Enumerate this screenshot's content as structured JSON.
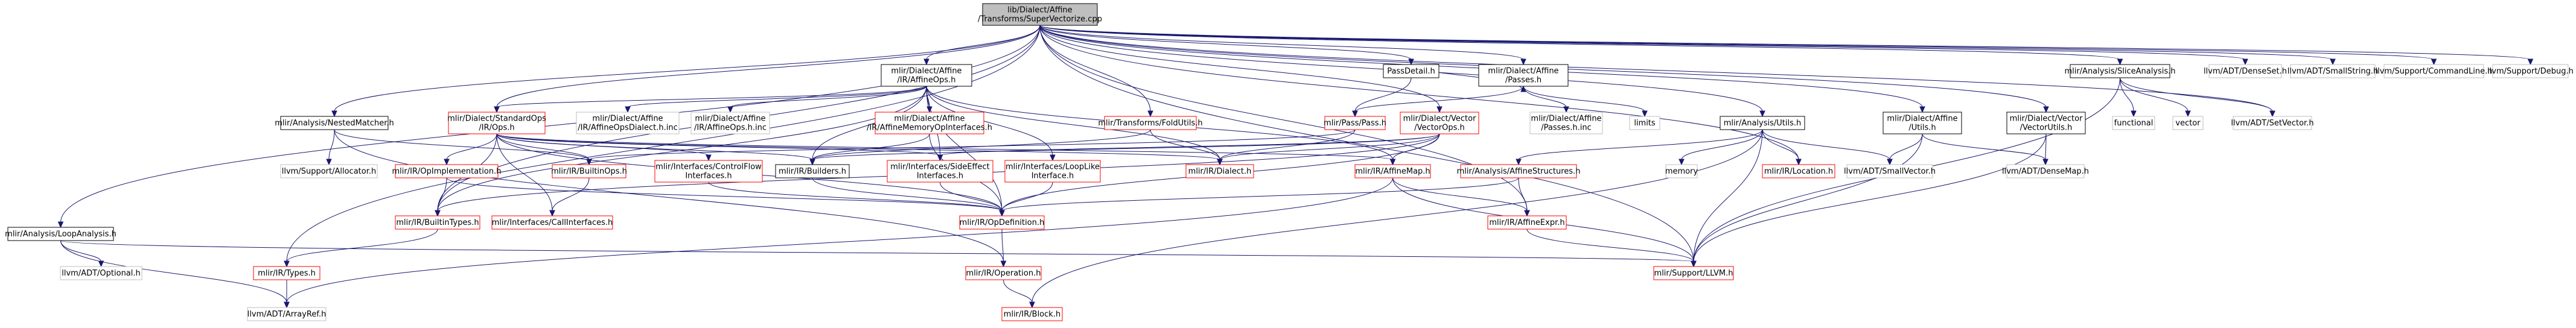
{
  "graph": {
    "colors": {
      "edge": "#191970",
      "root_fill": "#bfbfbf",
      "default_border": "#000000",
      "missing_border": "#bfbfbf",
      "red_border": "#ff0000",
      "fill": "#ffffff"
    },
    "nodes": [
      {
        "id": "root",
        "lines": [
          "lib/Dialect/Affine",
          "/Transforms/SuperVectorize.cpp"
        ],
        "style": "root"
      },
      {
        "id": "affineops",
        "lines": [
          "mlir/Dialect/Affine",
          "/IR/AffineOps.h"
        ],
        "style": "black"
      },
      {
        "id": "passdetail",
        "lines": [
          "PassDetail.h"
        ],
        "style": "black"
      },
      {
        "id": "affinepasses",
        "lines": [
          "mlir/Dialect/Affine",
          "/Passes.h"
        ],
        "style": "black"
      },
      {
        "id": "nestedmatcher",
        "lines": [
          "mlir/Analysis/NestedMatcher.h"
        ],
        "style": "black"
      },
      {
        "id": "standardops",
        "lines": [
          "mlir/Dialect/StandardOps",
          "/IR/Ops.h"
        ],
        "style": "red"
      },
      {
        "id": "affineopsdialectinc",
        "lines": [
          "mlir/Dialect/Affine",
          "/IR/AffineOpsDialect.h.inc"
        ],
        "style": "missing"
      },
      {
        "id": "affineopsinc",
        "lines": [
          "mlir/Dialect/Affine",
          "/IR/AffineOps.h.inc"
        ],
        "style": "missing"
      },
      {
        "id": "affinememoryop",
        "lines": [
          "mlir/Dialect/Affine",
          "/IR/AffineMemoryOpInterfaces.h"
        ],
        "style": "red"
      },
      {
        "id": "foldutils",
        "lines": [
          "mlir/Transforms/FoldUtils.h"
        ],
        "style": "red"
      },
      {
        "id": "passpass",
        "lines": [
          "mlir/Pass/Pass.h"
        ],
        "style": "red"
      },
      {
        "id": "vectorops",
        "lines": [
          "mlir/Dialect/Vector",
          "/VectorOps.h"
        ],
        "style": "red"
      },
      {
        "id": "passesinc",
        "lines": [
          "mlir/Dialect/Affine",
          "/Passes.h.inc"
        ],
        "style": "missing"
      },
      {
        "id": "limits",
        "lines": [
          "limits"
        ],
        "style": "missing"
      },
      {
        "id": "analysisutils",
        "lines": [
          "mlir/Analysis/Utils.h"
        ],
        "style": "black"
      },
      {
        "id": "affineutils",
        "lines": [
          "mlir/Dialect/Affine",
          "/Utils.h"
        ],
        "style": "black"
      },
      {
        "id": "vectorutils",
        "lines": [
          "mlir/Dialect/Vector",
          "/VectorUtils.h"
        ],
        "style": "black"
      },
      {
        "id": "sliceanalysis",
        "lines": [
          "mlir/Analysis/SliceAnalysis.h"
        ],
        "style": "black"
      },
      {
        "id": "functional",
        "lines": [
          "functional"
        ],
        "style": "missing"
      },
      {
        "id": "vector",
        "lines": [
          "vector"
        ],
        "style": "missing"
      },
      {
        "id": "denseset",
        "lines": [
          "llvm/ADT/DenseSet.h"
        ],
        "style": "missing"
      },
      {
        "id": "smallstring",
        "lines": [
          "llvm/ADT/SmallString.h"
        ],
        "style": "missing"
      },
      {
        "id": "commandline",
        "lines": [
          "llvm/Support/CommandLine.h"
        ],
        "style": "missing"
      },
      {
        "id": "debug",
        "lines": [
          "llvm/Support/Debug.h"
        ],
        "style": "missing"
      },
      {
        "id": "setvector",
        "lines": [
          "llvm/ADT/SetVector.h"
        ],
        "style": "missing"
      },
      {
        "id": "allocator",
        "lines": [
          "llvm/Support/Allocator.h"
        ],
        "style": "missing"
      },
      {
        "id": "opimplementation",
        "lines": [
          "mlir/IR/OpImplementation.h"
        ],
        "style": "red"
      },
      {
        "id": "builtinops",
        "lines": [
          "mlir/IR/BuiltinOps.h"
        ],
        "style": "red"
      },
      {
        "id": "controlflow",
        "lines": [
          "mlir/Interfaces/ControlFlow",
          "Interfaces.h"
        ],
        "style": "red"
      },
      {
        "id": "builders",
        "lines": [
          "mlir/IR/Builders.h"
        ],
        "style": "black"
      },
      {
        "id": "sideeffect",
        "lines": [
          "mlir/Interfaces/SideEffect",
          "Interfaces.h"
        ],
        "style": "red"
      },
      {
        "id": "looplike",
        "lines": [
          "mlir/Interfaces/LoopLike",
          "Interface.h"
        ],
        "style": "red"
      },
      {
        "id": "dialect",
        "lines": [
          "mlir/IR/Dialect.h"
        ],
        "style": "red"
      },
      {
        "id": "affinemap",
        "lines": [
          "mlir/IR/AffineMap.h"
        ],
        "style": "red"
      },
      {
        "id": "affinestructures",
        "lines": [
          "mlir/Analysis/AffineStructures.h"
        ],
        "style": "red"
      },
      {
        "id": "memory",
        "lines": [
          "memory"
        ],
        "style": "missing"
      },
      {
        "id": "location",
        "lines": [
          "mlir/IR/Location.h"
        ],
        "style": "red"
      },
      {
        "id": "smallvector",
        "lines": [
          "llvm/ADT/SmallVector.h"
        ],
        "style": "missing"
      },
      {
        "id": "densemap",
        "lines": [
          "llvm/ADT/DenseMap.h"
        ],
        "style": "missing"
      },
      {
        "id": "builtintypes",
        "lines": [
          "mlir/IR/BuiltinTypes.h"
        ],
        "style": "red"
      },
      {
        "id": "callinterfaces",
        "lines": [
          "mlir/Interfaces/CallInterfaces.h"
        ],
        "style": "red"
      },
      {
        "id": "opdefinition",
        "lines": [
          "mlir/IR/OpDefinition.h"
        ],
        "style": "red"
      },
      {
        "id": "affineexpr",
        "lines": [
          "mlir/IR/AffineExpr.h"
        ],
        "style": "red"
      },
      {
        "id": "looganalysis",
        "lines": [
          "mlir/Analysis/LoopAnalysis.h"
        ],
        "style": "black"
      },
      {
        "id": "optional",
        "lines": [
          "llvm/ADT/Optional.h"
        ],
        "style": "missing"
      },
      {
        "id": "types",
        "lines": [
          "mlir/IR/Types.h"
        ],
        "style": "red"
      },
      {
        "id": "operation",
        "lines": [
          "mlir/IR/Operation.h"
        ],
        "style": "red"
      },
      {
        "id": "supportllvm",
        "lines": [
          "mlir/Support/LLVM.h"
        ],
        "style": "red"
      },
      {
        "id": "arrayref",
        "lines": [
          "llvm/ADT/ArrayRef.h"
        ],
        "style": "missing"
      },
      {
        "id": "block",
        "lines": [
          "mlir/IR/Block.h"
        ],
        "style": "red"
      }
    ],
    "edges": [
      [
        "root",
        "affineops"
      ],
      [
        "root",
        "passdetail"
      ],
      [
        "root",
        "affinepasses"
      ],
      [
        "root",
        "nestedmatcher"
      ],
      [
        "root",
        "standardops"
      ],
      [
        "root",
        "foldutils"
      ],
      [
        "root",
        "vectorops"
      ],
      [
        "root",
        "analysisutils"
      ],
      [
        "root",
        "affineutils"
      ],
      [
        "root",
        "vectorutils"
      ],
      [
        "root",
        "sliceanalysis"
      ],
      [
        "root",
        "denseset"
      ],
      [
        "root",
        "smallstring"
      ],
      [
        "root",
        "commandline"
      ],
      [
        "root",
        "debug"
      ],
      [
        "root",
        "setvector"
      ],
      [
        "root",
        "looganalysis"
      ],
      [
        "root",
        "location"
      ],
      [
        "root",
        "supportllvm"
      ],
      [
        "root",
        "affineexpr"
      ],
      [
        "root",
        "builtintypes"
      ],
      [
        "root",
        "types"
      ],
      [
        "affineops",
        "affineopsdialectinc"
      ],
      [
        "affineops",
        "affineopsinc"
      ],
      [
        "affineops",
        "affinememoryop"
      ],
      [
        "affineops",
        "standardops"
      ],
      [
        "affineops",
        "builders"
      ],
      [
        "affineops",
        "sideeffect"
      ],
      [
        "affineops",
        "looplike"
      ],
      [
        "affineops",
        "dialect"
      ],
      [
        "affineops",
        "affinemap"
      ],
      [
        "affineops",
        "opdefinition"
      ],
      [
        "affineops",
        "builtintypes"
      ],
      [
        "passdetail",
        "passpass"
      ],
      [
        "passdetail",
        "affinepasses"
      ],
      [
        "affinepasses",
        "passesinc"
      ],
      [
        "affinepasses",
        "limits"
      ],
      [
        "affinepasses",
        "passpass"
      ],
      [
        "nestedmatcher",
        "allocator"
      ],
      [
        "nestedmatcher",
        "builtinops"
      ],
      [
        "nestedmatcher",
        "operation"
      ],
      [
        "standardops",
        "opimplementation"
      ],
      [
        "standardops",
        "builtinops"
      ],
      [
        "standardops",
        "controlflow"
      ],
      [
        "standardops",
        "builders"
      ],
      [
        "standardops",
        "sideeffect"
      ],
      [
        "standardops",
        "dialect"
      ],
      [
        "standardops",
        "builtintypes"
      ],
      [
        "standardops",
        "callinterfaces"
      ],
      [
        "standardops",
        "opdefinition"
      ],
      [
        "standardops",
        "affinemap"
      ],
      [
        "affinememoryop",
        "builders"
      ],
      [
        "affinememoryop",
        "opdefinition"
      ],
      [
        "foldutils",
        "dialect"
      ],
      [
        "foldutils",
        "builders"
      ],
      [
        "passpass",
        "dialect"
      ],
      [
        "passpass",
        "builtinops"
      ],
      [
        "vectorops",
        "builtintypes"
      ],
      [
        "vectorops",
        "builders"
      ],
      [
        "vectorops",
        "sideeffect"
      ],
      [
        "vectorops",
        "dialect"
      ],
      [
        "vectorops",
        "affinemap"
      ],
      [
        "vectorops",
        "opdefinition"
      ],
      [
        "analysisutils",
        "affinestructures"
      ],
      [
        "analysisutils",
        "memory"
      ],
      [
        "analysisutils",
        "location"
      ],
      [
        "analysisutils",
        "smallvector"
      ],
      [
        "analysisutils",
        "block"
      ],
      [
        "analysisutils",
        "supportllvm"
      ],
      [
        "affineutils",
        "smallvector"
      ],
      [
        "affineutils",
        "densemap"
      ],
      [
        "affineutils",
        "supportllvm"
      ],
      [
        "vectorutils",
        "densemap"
      ],
      [
        "vectorutils",
        "supportllvm"
      ],
      [
        "sliceanalysis",
        "functional"
      ],
      [
        "sliceanalysis",
        "vector"
      ],
      [
        "sliceanalysis",
        "setvector"
      ],
      [
        "sliceanalysis",
        "supportllvm"
      ],
      [
        "opimplementation",
        "builtintypes"
      ],
      [
        "opimplementation",
        "opdefinition"
      ],
      [
        "builtinops",
        "callinterfaces"
      ],
      [
        "controlflow",
        "opdefinition"
      ],
      [
        "builders",
        "opdefinition"
      ],
      [
        "sideeffect",
        "opdefinition"
      ],
      [
        "looplike",
        "opdefinition"
      ],
      [
        "affinemap",
        "affineexpr"
      ],
      [
        "affinemap",
        "supportllvm"
      ],
      [
        "affinemap",
        "arrayref"
      ],
      [
        "affinestructures",
        "affineexpr"
      ],
      [
        "affinestructures",
        "opdefinition"
      ],
      [
        "builtintypes",
        "types"
      ],
      [
        "opdefinition",
        "operation"
      ],
      [
        "affineexpr",
        "supportllvm"
      ],
      [
        "looganalysis",
        "optional"
      ],
      [
        "looganalysis",
        "arrayref"
      ],
      [
        "looganalysis",
        "supportllvm"
      ],
      [
        "types",
        "arrayref"
      ],
      [
        "operation",
        "block"
      ]
    ]
  }
}
